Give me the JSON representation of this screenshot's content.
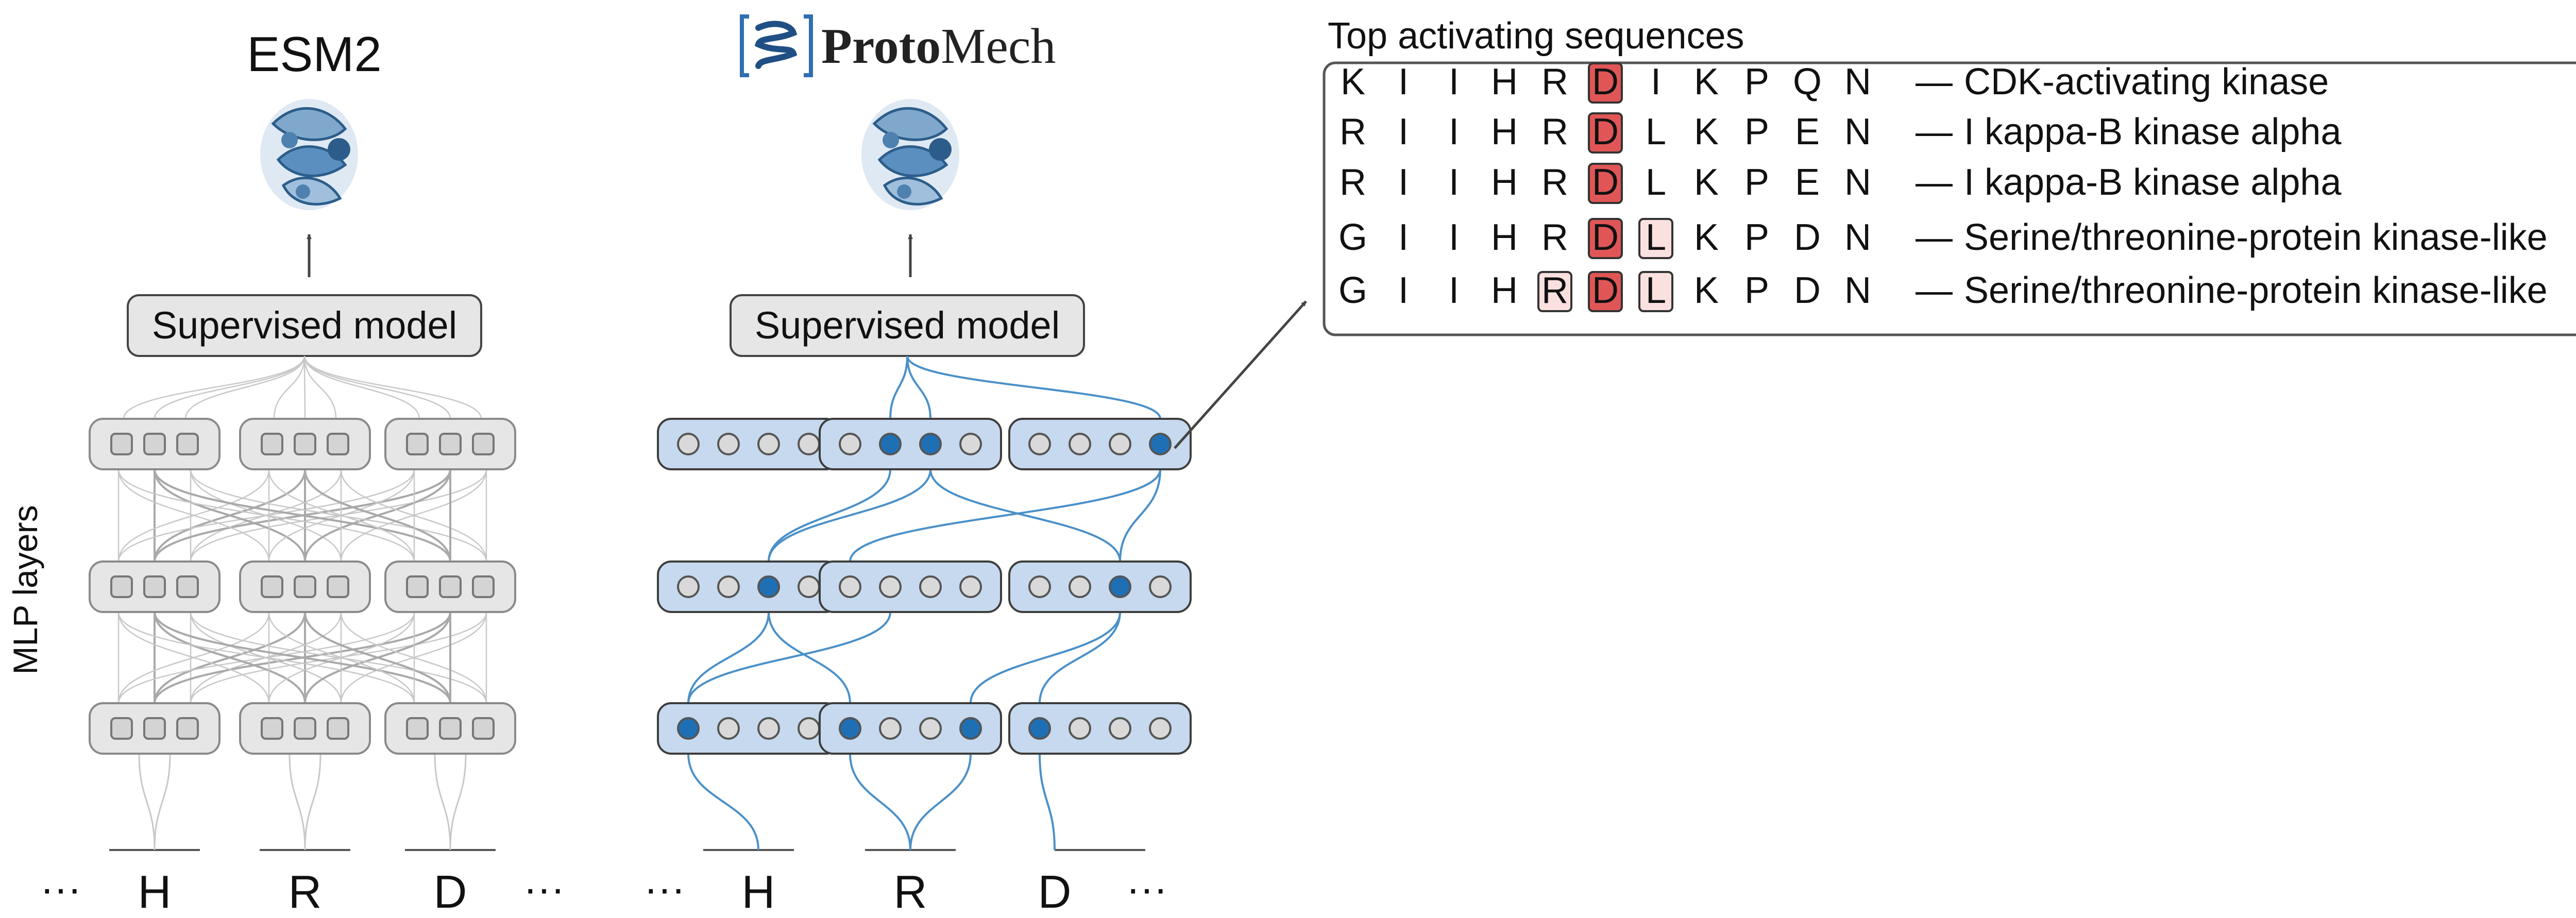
{
  "left_panel": {
    "title": "ESM2",
    "model_label": "Supervised model",
    "tokens": [
      "H",
      "R",
      "D"
    ],
    "ellipsis": "···",
    "neurons_per_block": 3,
    "layers": 3
  },
  "right_panel": {
    "brand": {
      "bold": "Proto",
      "regular": "Mech",
      "logo_icon": "helix-bracket-icon"
    },
    "model_label": "Supervised model",
    "tokens": [
      "H",
      "R",
      "D"
    ],
    "ellipsis": "···",
    "neurons_per_block": 4,
    "active": [
      [
        [
          0
        ],
        [
          0,
          3
        ],
        [
          0
        ]
      ],
      [
        [
          2
        ],
        [],
        [
          2
        ]
      ],
      [
        [],
        [
          1,
          2
        ],
        [
          3
        ]
      ]
    ]
  },
  "axis_label": "MLP layers",
  "sequences": {
    "title": "Top activating sequences",
    "rows": [
      {
        "residues": [
          "K",
          "I",
          "I",
          "H",
          "R",
          "D",
          "I",
          "K",
          "P",
          "Q",
          "N"
        ],
        "dash": "—",
        "label": "CDK-activating kinase",
        "strong": [
          5
        ],
        "weak": []
      },
      {
        "residues": [
          "R",
          "I",
          "I",
          "H",
          "R",
          "D",
          "L",
          "K",
          "P",
          "E",
          "N"
        ],
        "dash": "—",
        "label": "I kappa-B kinase alpha",
        "strong": [
          5
        ],
        "weak": []
      },
      {
        "residues": [
          "R",
          "I",
          "I",
          "H",
          "R",
          "D",
          "L",
          "K",
          "P",
          "E",
          "N"
        ],
        "dash": "—",
        "label": "I kappa-B kinase alpha",
        "strong": [
          5
        ],
        "weak": []
      },
      {
        "residues": [
          "G",
          "I",
          "I",
          "H",
          "R",
          "D",
          "L",
          "K",
          "P",
          "D",
          "N"
        ],
        "dash": "—",
        "label": "Serine/threonine-protein kinase-like",
        "strong": [
          5
        ],
        "weak": [
          6
        ]
      },
      {
        "residues": [
          "G",
          "I",
          "I",
          "H",
          "R",
          "D",
          "L",
          "K",
          "P",
          "D",
          "N"
        ],
        "dash": "—",
        "label": "Serine/threonine-protein kinase-like",
        "strong": [
          5
        ],
        "weak": [
          4,
          6
        ]
      }
    ]
  },
  "colors": {
    "grey_block_fill": "#e6e6e6",
    "grey_block_stroke": "#8a8a8a",
    "grey_wire": "#c8c8c8",
    "blue_block_fill": "#c6d9ee",
    "blue_block_stroke": "#3d3d3d",
    "blue_wire": "#4a90c8",
    "active_neuron": "#1f6fb5",
    "strong_highlight": "#e05656",
    "weak_highlight": "#fbe0e0"
  }
}
